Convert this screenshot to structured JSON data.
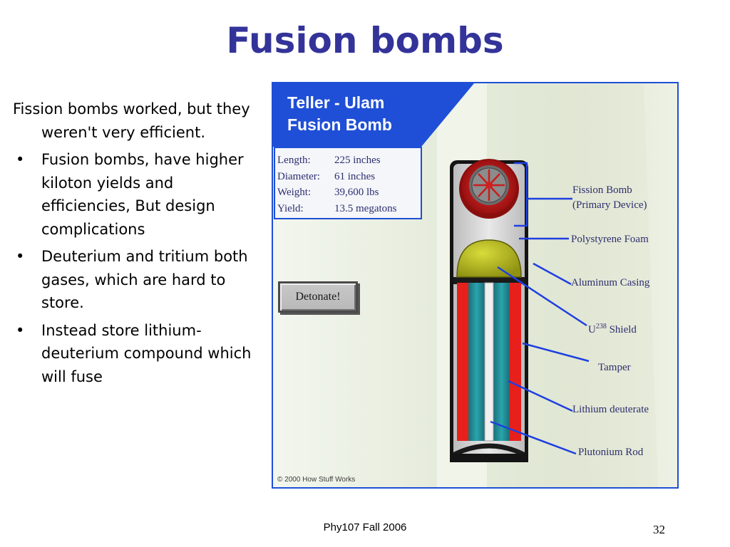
{
  "slide": {
    "title": "Fusion bombs",
    "intro": "Fission bombs worked, but they weren't very efficient.",
    "bullets": [
      "Fusion bombs, have higher kiloton yields and efficiencies, But design complications",
      "Deuterium and tritium both gases, which are hard to store.",
      "Instead store lithium-deuterium compound which will fuse"
    ],
    "bullet_glyph": "•"
  },
  "figure": {
    "title_line1": "Teller - Ulam",
    "title_line2": "Fusion Bomb",
    "specs": [
      {
        "label": "Length:",
        "value": "225 inches"
      },
      {
        "label": "Diameter:",
        "value": "61 inches"
      },
      {
        "label": "Weight:",
        "value": "39,600 lbs"
      },
      {
        "label": "Yield:",
        "value": "13.5 megatons"
      }
    ],
    "detonate_label": "Detonate!",
    "labels": {
      "fission_bomb": "Fission Bomb",
      "primary_device": "(Primary Device)",
      "polystyrene": "Polystyrene Foam",
      "aluminum": "Aluminum Casing",
      "u_shield_prefix": "U",
      "u_shield_sup": "238",
      "u_shield_suffix": " Shield",
      "tamper": "Tamper",
      "lithium": "Lithium deuterate",
      "plutonium": "Plutonium Rod"
    },
    "copyright": "© 2000 How Stuff Works",
    "colors": {
      "banner": "#1f4fd6",
      "leader_lines": "#1f3fe0",
      "tamper": "#e8201c",
      "lithium": "#1e8f98",
      "secondary_dome": "#b5b81a"
    }
  },
  "footer": {
    "course": "Phy107 Fall 2006",
    "page": "32"
  }
}
